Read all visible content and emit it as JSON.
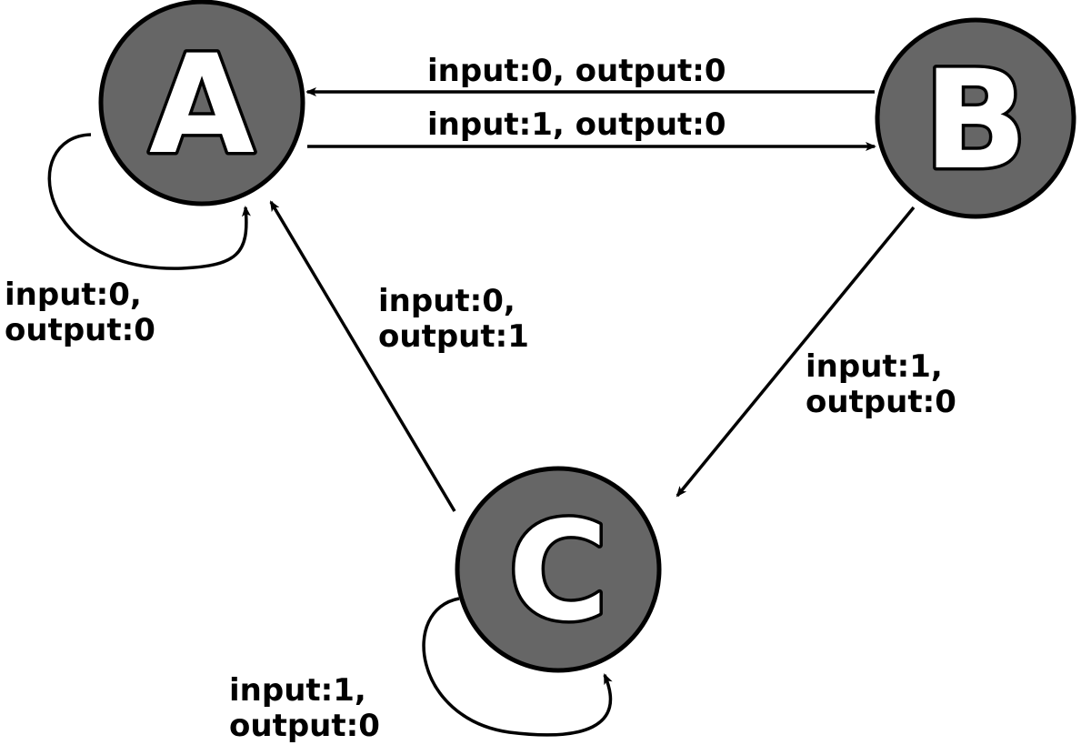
{
  "colors": {
    "state_fill": "#666666",
    "line": "#000000",
    "letter_fill": "#ffffff",
    "background": "#ffffff"
  },
  "states": {
    "a": "A",
    "b": "B",
    "c": "C"
  },
  "transitions": {
    "b_to_a": "input:0, output:0",
    "a_to_b": "input:1, output:0",
    "a_self": {
      "line1": "input:0,",
      "line2": "output:0"
    },
    "c_to_a": {
      "line1": "input:0,",
      "line2": "output:1"
    },
    "b_to_c": {
      "line1": "input:1,",
      "line2": "output:0"
    },
    "c_self": {
      "line1": "input:1,",
      "line2": "output:0"
    }
  }
}
